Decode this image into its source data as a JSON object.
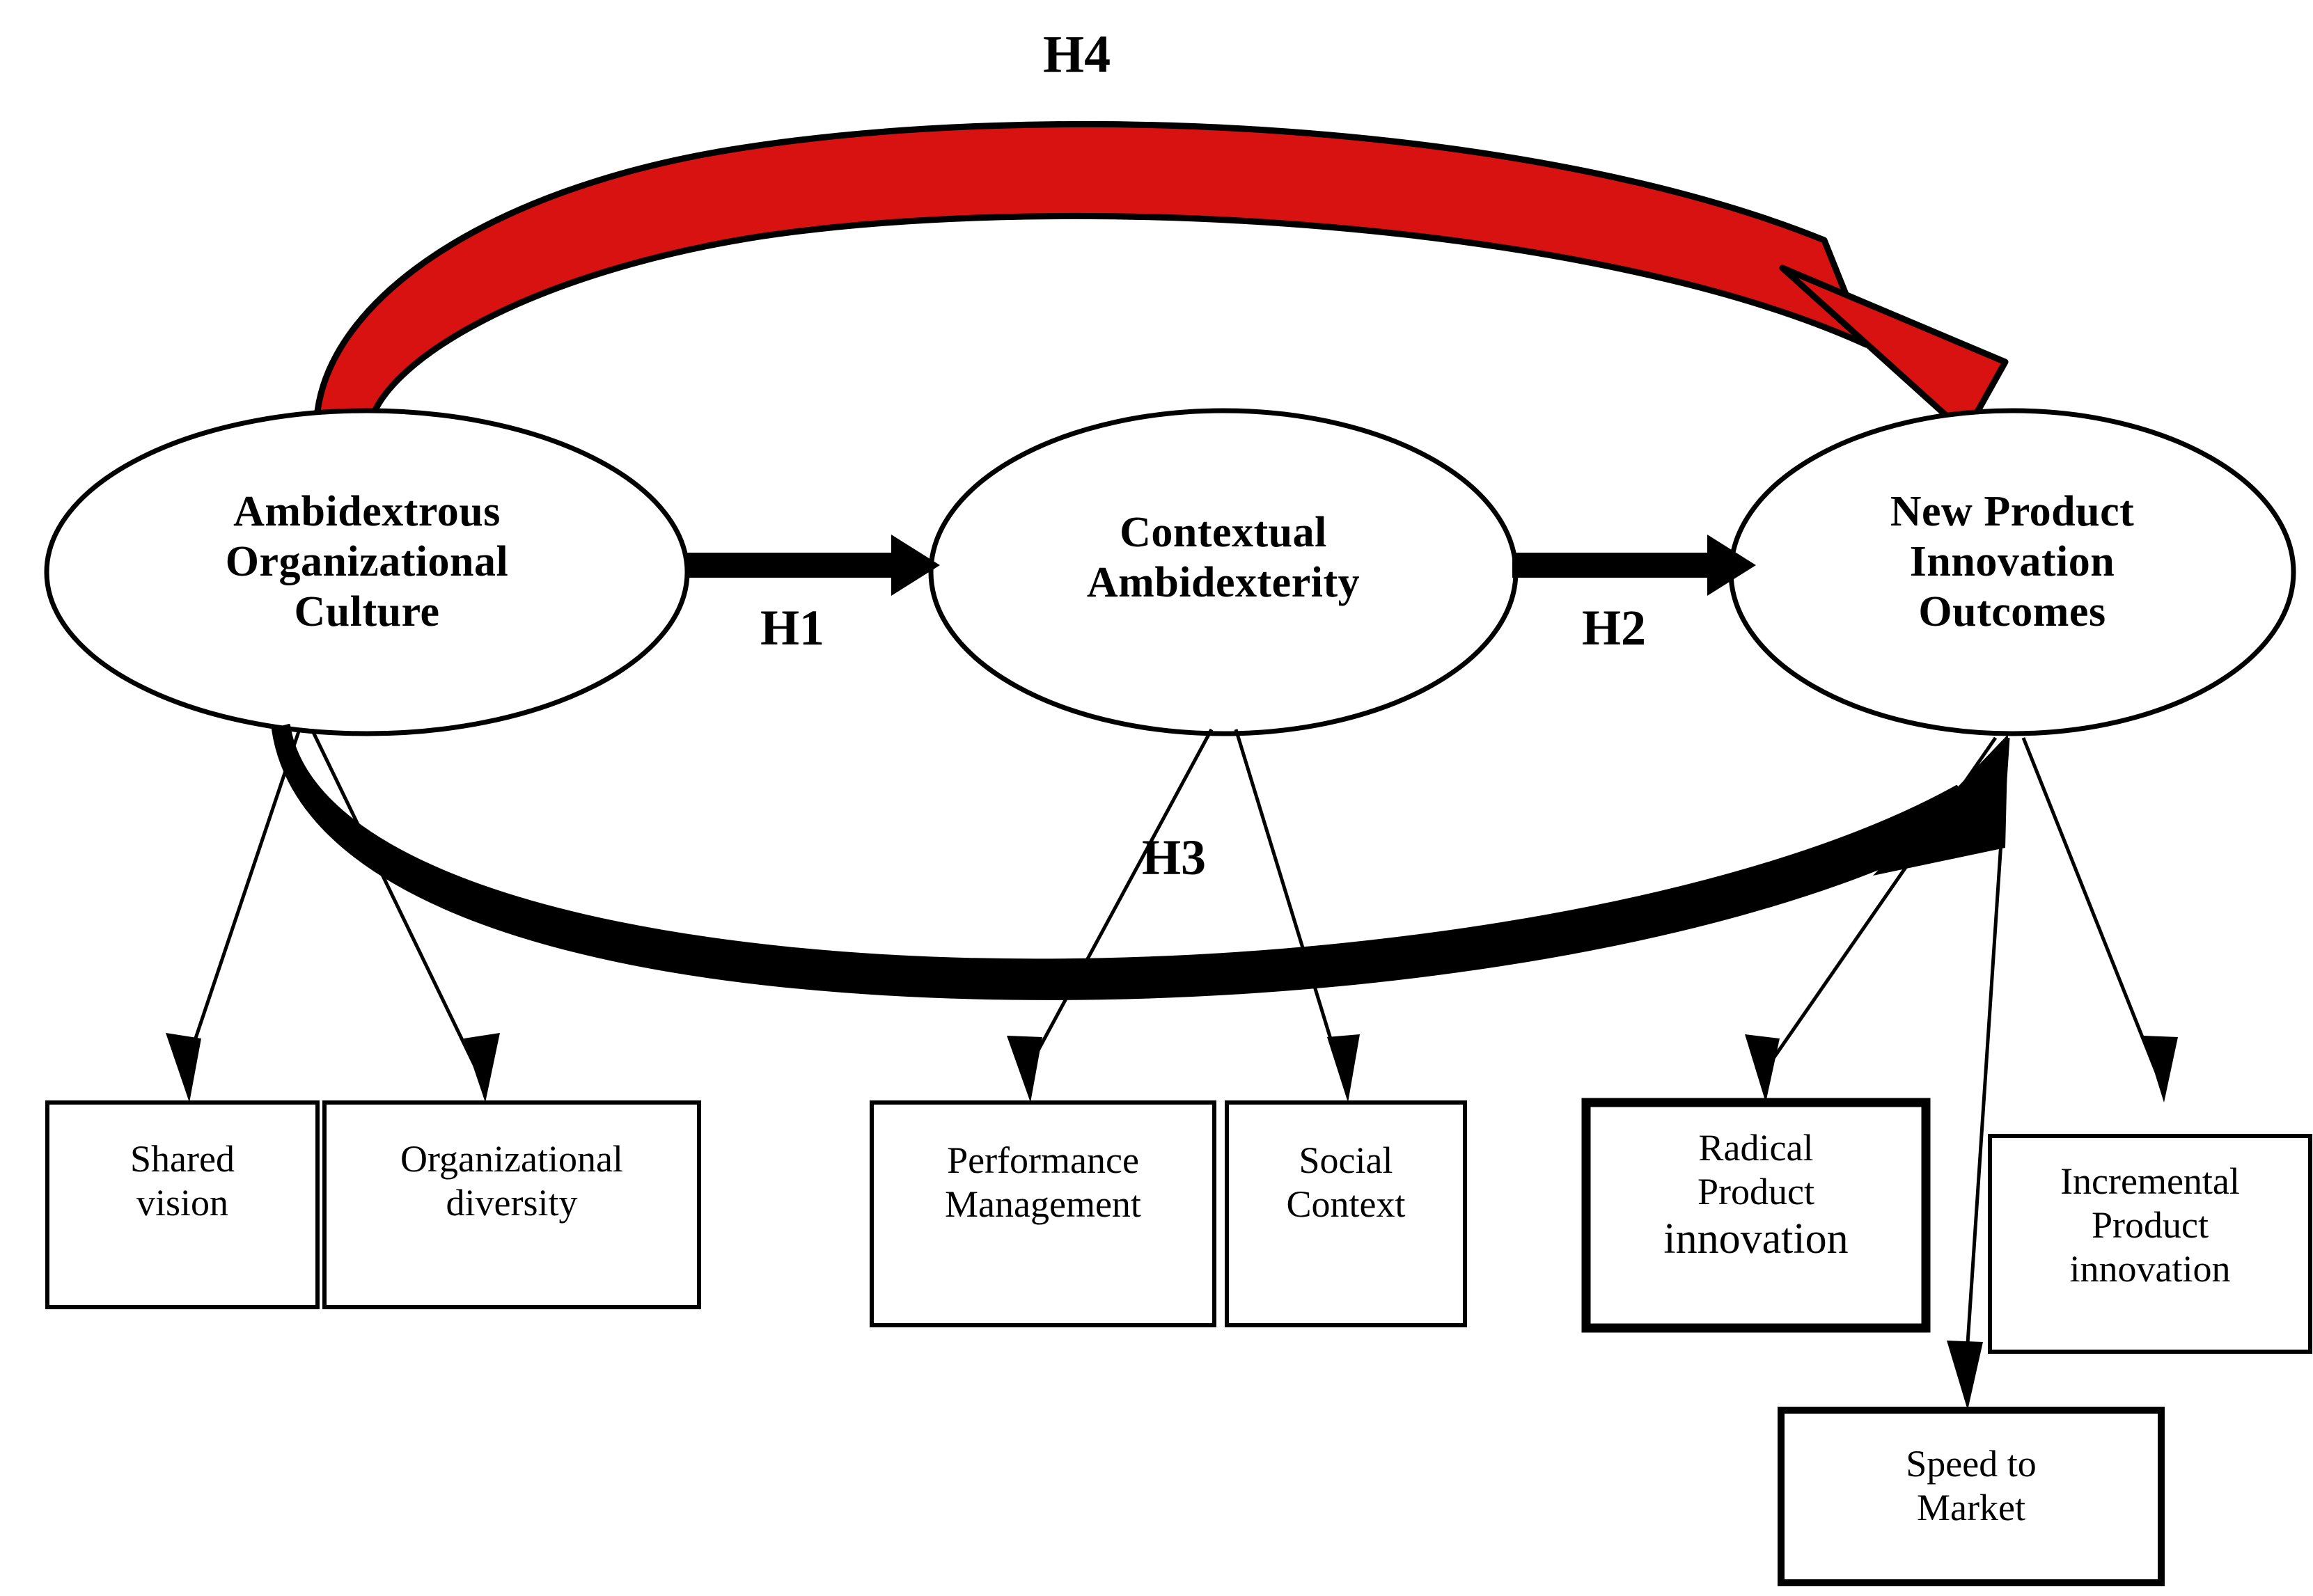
{
  "diagram": {
    "title_label": "H4",
    "colors": {
      "stroke": "#000000",
      "accent_red": "#D81111",
      "background": "#FFFFFF"
    },
    "constructs": [
      {
        "id": "ambidextrous-organizational-culture",
        "line1": "Ambidextrous",
        "line2": "Organizational",
        "line3": "Culture"
      },
      {
        "id": "contextual-ambidexterity",
        "line1": "Contextual",
        "line2": "Ambidexterity",
        "line3": ""
      },
      {
        "id": "new-product-innovation-outcomes",
        "line1": "New Product",
        "line2": "Innovation",
        "line3": "Outcomes"
      }
    ],
    "hypotheses": [
      {
        "id": "h1",
        "label": "H1",
        "from": "Ambidextrous Organizational Culture",
        "to": "Contextual Ambidexterity"
      },
      {
        "id": "h2",
        "label": "H2",
        "from": "Contextual Ambidexterity",
        "to": "New Product Innovation Outcomes"
      },
      {
        "id": "h3",
        "label": "H3",
        "from": "Contextual Ambidexterity",
        "to": "New Product Innovation Outcomes"
      },
      {
        "id": "h4",
        "label": "H4",
        "from": "Ambidextrous Organizational Culture",
        "to": "New Product Innovation Outcomes"
      }
    ],
    "indicators": [
      {
        "id": "shared-vision",
        "line1": "Shared",
        "line2": "vision",
        "line3": ""
      },
      {
        "id": "organizational-diversity",
        "line1": "Organizational",
        "line2": "diversity",
        "line3": ""
      },
      {
        "id": "performance-management",
        "line1": "Performance",
        "line2": "Management",
        "line3": ""
      },
      {
        "id": "social-context",
        "line1": "Social",
        "line2": "Context",
        "line3": ""
      },
      {
        "id": "radical-product-innovation",
        "line1": "Radical",
        "line2": "Product",
        "line3": "innovation"
      },
      {
        "id": "incremental-product-innovation",
        "line1": "Incremental",
        "line2": "Product",
        "line3": "innovation"
      },
      {
        "id": "speed-to-market",
        "line1": "Speed to",
        "line2": "Market",
        "line3": ""
      }
    ]
  }
}
